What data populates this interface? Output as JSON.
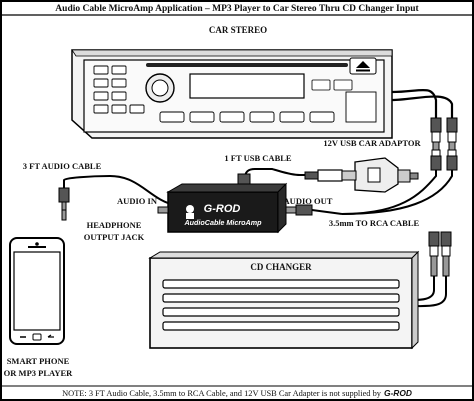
{
  "diagram": {
    "title": "Audio Cable MicroAmp Application – MP3 Player to Car Stereo Thru CD Changer Input",
    "labels": {
      "car_stereo": "CAR STEREO",
      "usb_adaptor": "12V USB CAR ADAPTOR",
      "usb_cable": "1 FT USB CABLE",
      "audio_cable": "3 FT AUDIO CABLE",
      "audio_in": "AUDIO IN",
      "audio_out": "AUDIO OUT",
      "headphone_jack_line1": "HEADPHONE",
      "headphone_jack_line2": "OUTPUT JACK",
      "rca_cable": "3.5mm TO RCA CABLE",
      "cd_changer": "CD CHANGER",
      "phone_line1": "SMART PHONE",
      "phone_line2": "OR MP3 PLAYER"
    },
    "device": {
      "brand": "G-ROD",
      "model": "AudioCable MicroAmp"
    },
    "note": {
      "text": "NOTE: 3 FT Audio Cable, 3.5mm to RCA Cable, and 12V USB Car Adapter is not supplied by",
      "brand": "G-ROD"
    }
  }
}
